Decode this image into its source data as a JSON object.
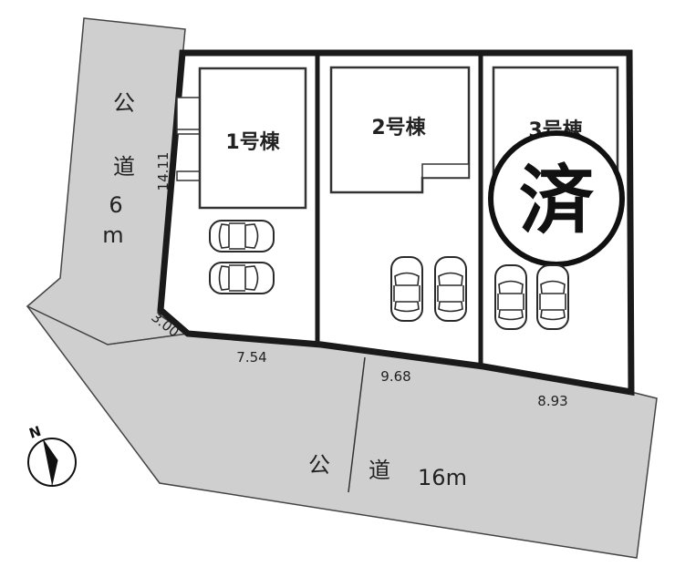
{
  "roads": {
    "west": {
      "chars": [
        "公",
        "道",
        "6",
        "m"
      ]
    },
    "south": {
      "chars": [
        "公",
        "道",
        "16m"
      ]
    }
  },
  "lots": [
    {
      "label": "1号棟",
      "sold": false
    },
    {
      "label": "2号棟",
      "sold": false
    },
    {
      "label": "3号棟",
      "sold": true
    }
  ],
  "sold_mark": "済",
  "dimensions": {
    "west_side": "14.11",
    "corner_cut": "3.00",
    "lot1_frontage": "7.54",
    "lot2_frontage": "9.68",
    "lot3_frontage": "8.93"
  },
  "north_arrow": {
    "label": "N"
  },
  "colors": {
    "road": "#cfcfcf",
    "boundary": "#1a1a1a",
    "background": "#ffffff"
  }
}
